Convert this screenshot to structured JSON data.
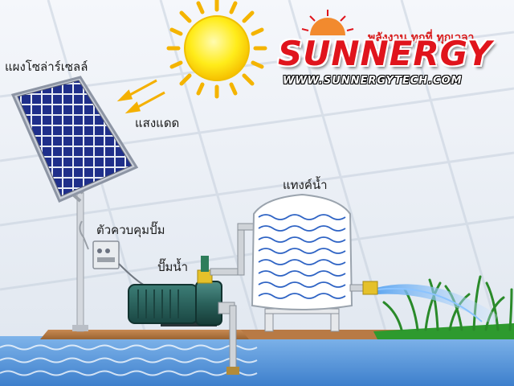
{
  "brand": {
    "name": "SUNNERGY",
    "tagline": "พลังงาน ทุกที่ ทุกเวลา",
    "url": "WWW.SUNNERGYTECH.COM"
  },
  "labels": {
    "solar_panel": "แผงโซล่าร์เซลล์",
    "sunlight": "แสงแดด",
    "controller": "ตัวควบคุมปั๊ม",
    "pump": "ปั๊มน้ำ",
    "tank": "แทงค์น้ำ"
  },
  "colors": {
    "brand_red": "#e0141c",
    "sun": "#fff100",
    "sun_rays": "#f4b400",
    "panel_cell": "#1f2f8a",
    "water": "#4a8fd6",
    "ground": "#b87a45",
    "grass": "#2e9a2e",
    "pump_body": "#2d6a64"
  }
}
